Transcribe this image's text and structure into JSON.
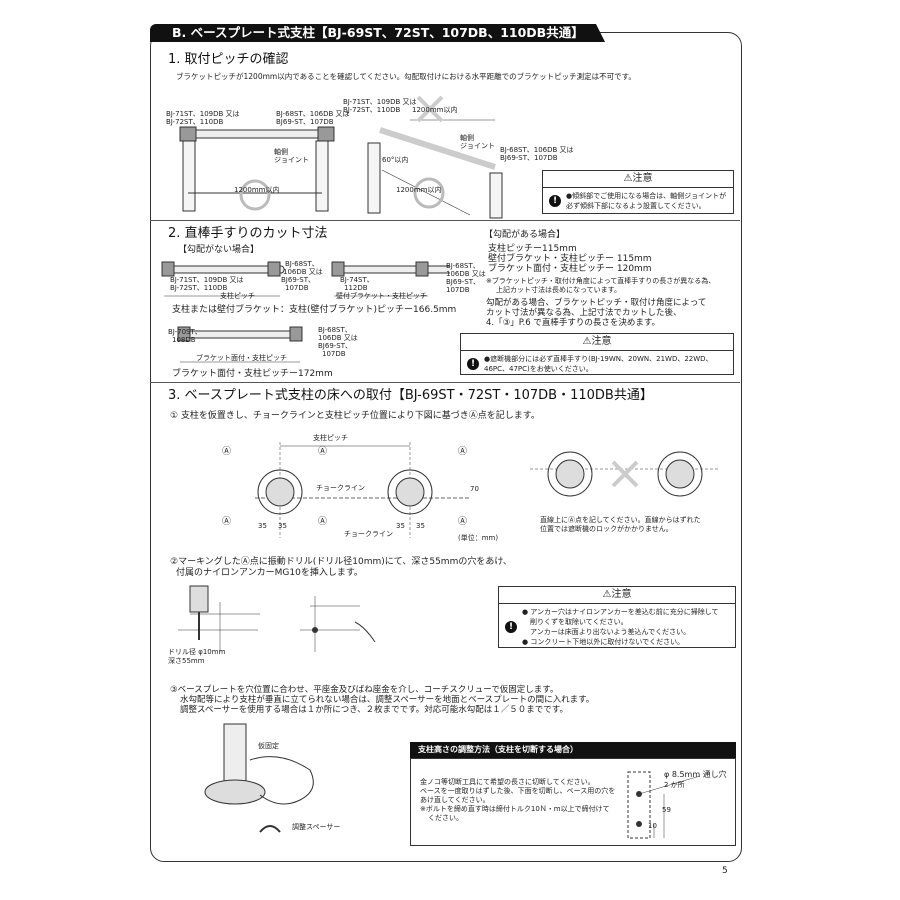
{
  "header": {
    "title": "B. ベースプレート式支柱【BJ-69ST、72ST、107DB、110DB共通】施工手順"
  },
  "s1": {
    "title": "1. 取付ピッチの確認",
    "desc": "ブラケットピッチが1200mm以内であることを確認してください。勾配取付けにおける水平距離でのブラケットピッチ測定は不可です。",
    "lbl_left_a": "BJ-71ST、109DB 又は",
    "lbl_left_b": "BJ-72ST、110DB",
    "lbl_mid_a": "BJ-68ST、106DB 又は",
    "lbl_mid_b": "BJ69-ST、107DB",
    "lbl_joint_a": "軸側",
    "lbl_joint_b": "ジョイント",
    "lbl_1200": "1200mm以内",
    "lbl_r_top_a": "BJ-71ST、109DB 又は",
    "lbl_r_top_b": "BJ-72ST、110DB",
    "lbl_r_1200": "1200mm以内",
    "lbl_r_joint_a": "軸側",
    "lbl_r_joint_b": "ジョイント",
    "lbl_r_a": "BJ-68ST、106DB 又は",
    "lbl_r_b": "BJ69-ST、107DB",
    "lbl_angle": "60°以内",
    "lbl_r_1200b": "1200mm以内",
    "caution_title": "⚠注意",
    "caution_text_a": "●傾斜部でご使用になる場合は、軸側ジョイントが",
    "caution_text_b": "必ず傾斜下部になるよう設置してください。"
  },
  "s2": {
    "title": "2. 直棒手すりのカット寸法",
    "sub_flat": "【勾配がない場合】",
    "f1a": "BJ-71ST、109DB 又は",
    "f1b": "BJ-72ST、110DB",
    "f1c": "支柱ピッチ",
    "f2a": "BJ-68ST、",
    "f2b": "106DB 又は",
    "f2c": "BJ69-ST、",
    "f2d": "107DB",
    "f3a": "BJ-74ST、",
    "f3b": "112DB",
    "f3c": "壁付ブラケット・支柱ピッチ",
    "f4a": "BJ-68ST、",
    "f4b": "106DB 又は",
    "f4c": "BJ69-ST、",
    "f4d": "107DB",
    "flat_formula": "支柱または壁付ブラケット：支柱(壁付ブラケット)ピッチー166.5mm",
    "f5a": "BJ-70ST、",
    "f5b": "108DB",
    "f5c": "ブラケット面付・支柱ピッチ",
    "f6a": "BJ-68ST、",
    "f6b": "106DB 又は",
    "f6c": "BJ69-ST、",
    "f6d": "107DB",
    "flat_formula2": "ブラケット面付・支柱ピッチー172mm",
    "sub_slope": "【勾配がある場合】",
    "slope_1": "支柱ピッチー115mm",
    "slope_2": "壁付ブラケット・支柱ピッチー 115mm",
    "slope_3": "ブラケット面付・支柱ピッチー 120mm",
    "slope_note_a": "※ブラケットピッチ・取付け角度によって直棒手すりの長さが異なる為、",
    "slope_note_b": "上記カット寸法は長めになっています。",
    "slope_p1": "勾配がある場合、ブラケットピッチ・取付け角度によって",
    "slope_p2": "カット寸法が異なる為、上記寸法でカットした後、",
    "slope_p3": "4.「③」P.6 で直棒手すりの長さを決めます。",
    "caution_title": "⚠注意",
    "caution_text_a": "●遮断機部分には必ず直棒手すり(BJ-19WN、20WN、21WD、22WD、",
    "caution_text_b": "46PC、47PC)をお使いください。"
  },
  "s3": {
    "title": "3. ベースプレート式支柱の床への取付【BJ-69ST・72ST・107DB・110DB共通】",
    "step1": "① 支柱を仮置きし、チョークラインと支柱ピッチ位置により下図に基づきⒶ点を記します。",
    "pitch": "支柱ピッチ",
    "mark": "Ⓐ",
    "chalk1": "チョークライン",
    "chalk2": "チョークライン",
    "d35": "35",
    "d70": "70",
    "unit": "(単位：mm)",
    "ng_a": "直線上にⒶ点を記してください。直線からはずれた",
    "ng_b": "位置では遮断機のロックがかかりません。",
    "step2_a": "②マーキングしたⒶ点に振動ドリル(ドリル径10mm)にて、深さ55mmの穴をあけ、",
    "step2_b": "付属のナイロンアンカーMG10を挿入します。",
    "drill_a": "ドリル径 φ10mm",
    "drill_b": "深さ55mm",
    "caution_title": "⚠注意",
    "c1_a": "● アンカー穴はナイロンアンカーを差込む前に充分に掃除して",
    "c1_b": "削りくずを取除いてください。",
    "c1_c": "アンカーは床面より出ないよう差込んでください。",
    "c2": "● コンクリート下地以外に取付けないでください。",
    "step3_a": "③ベースプレートを穴位置に合わせ、平座金及びばね座金を介し、コーチスクリューで仮固定します。",
    "step3_b": "水勾配等により支柱が垂直に立てられない場合は、調整スペーサーを地面とベースプレートの間に入れます。",
    "step3_c": "調整スペーサーを使用する場合は１か所につき、２枚までです。対応可能水勾配は１／５０までです。",
    "kari": "仮固定",
    "spacer": "調整スペーサー",
    "box_title": "支柱高さの調整方法（支柱を切断する場合）",
    "box_1": "金ノコ等切断工具にて希望の長さに切断してください。",
    "box_2": "ベースを一度取りはずした後、下面を切断し、ベース用の穴を",
    "box_3": "あけ直してください。",
    "box_4": "※ボルトを締め直す時は締付トルク10Ｎ・m以上で締付けて",
    "box_5": "ください。",
    "hole": "φ 8.5mm 通し穴",
    "hole2": "2 か所",
    "d10": "10",
    "d59": "59"
  },
  "page_number": "5"
}
